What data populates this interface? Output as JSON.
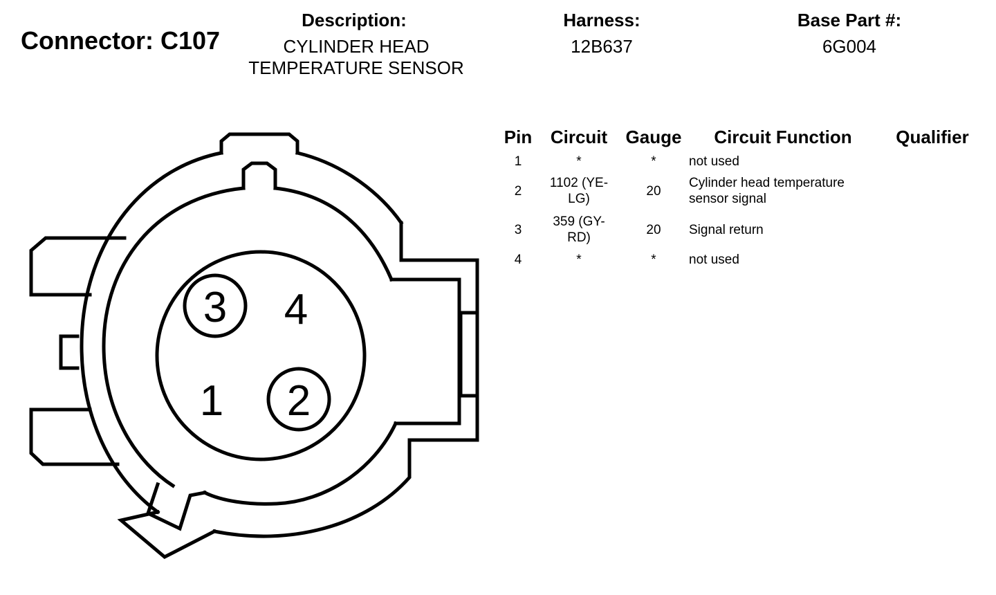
{
  "connector": {
    "title": "Connector: C107"
  },
  "header": {
    "description_label": "Description:",
    "description_line1": "CYLINDER HEAD",
    "description_line2": "TEMPERATURE SENSOR",
    "harness_label": "Harness:",
    "harness_value": "12B637",
    "base_part_label": "Base Part #:",
    "base_part_value": "6G004"
  },
  "table": {
    "headers": {
      "pin": "Pin",
      "circuit": "Circuit",
      "gauge": "Gauge",
      "function": "Circuit Function",
      "qualifier": "Qualifier"
    },
    "rows": [
      {
        "pin": "1",
        "circuit_line1": "*",
        "circuit_line2": "",
        "gauge": "*",
        "function_line1": "not used",
        "function_line2": "",
        "qualifier": ""
      },
      {
        "pin": "2",
        "circuit_line1": "1102 (YE-",
        "circuit_line2": "LG)",
        "gauge": "20",
        "function_line1": "Cylinder head temperature",
        "function_line2": "sensor signal",
        "qualifier": ""
      },
      {
        "pin": "3",
        "circuit_line1": "359 (GY-",
        "circuit_line2": "RD)",
        "gauge": "20",
        "function_line1": "Signal return",
        "function_line2": "",
        "qualifier": ""
      },
      {
        "pin": "4",
        "circuit_line1": "*",
        "circuit_line2": "",
        "gauge": "*",
        "function_line1": "not used",
        "function_line2": "",
        "qualifier": ""
      }
    ]
  },
  "diagram": {
    "pin_labels": {
      "p1": "1",
      "p2": "2",
      "p3": "3",
      "p4": "4"
    },
    "circled_pins": [
      "2",
      "3"
    ],
    "line_color": "#000000"
  }
}
